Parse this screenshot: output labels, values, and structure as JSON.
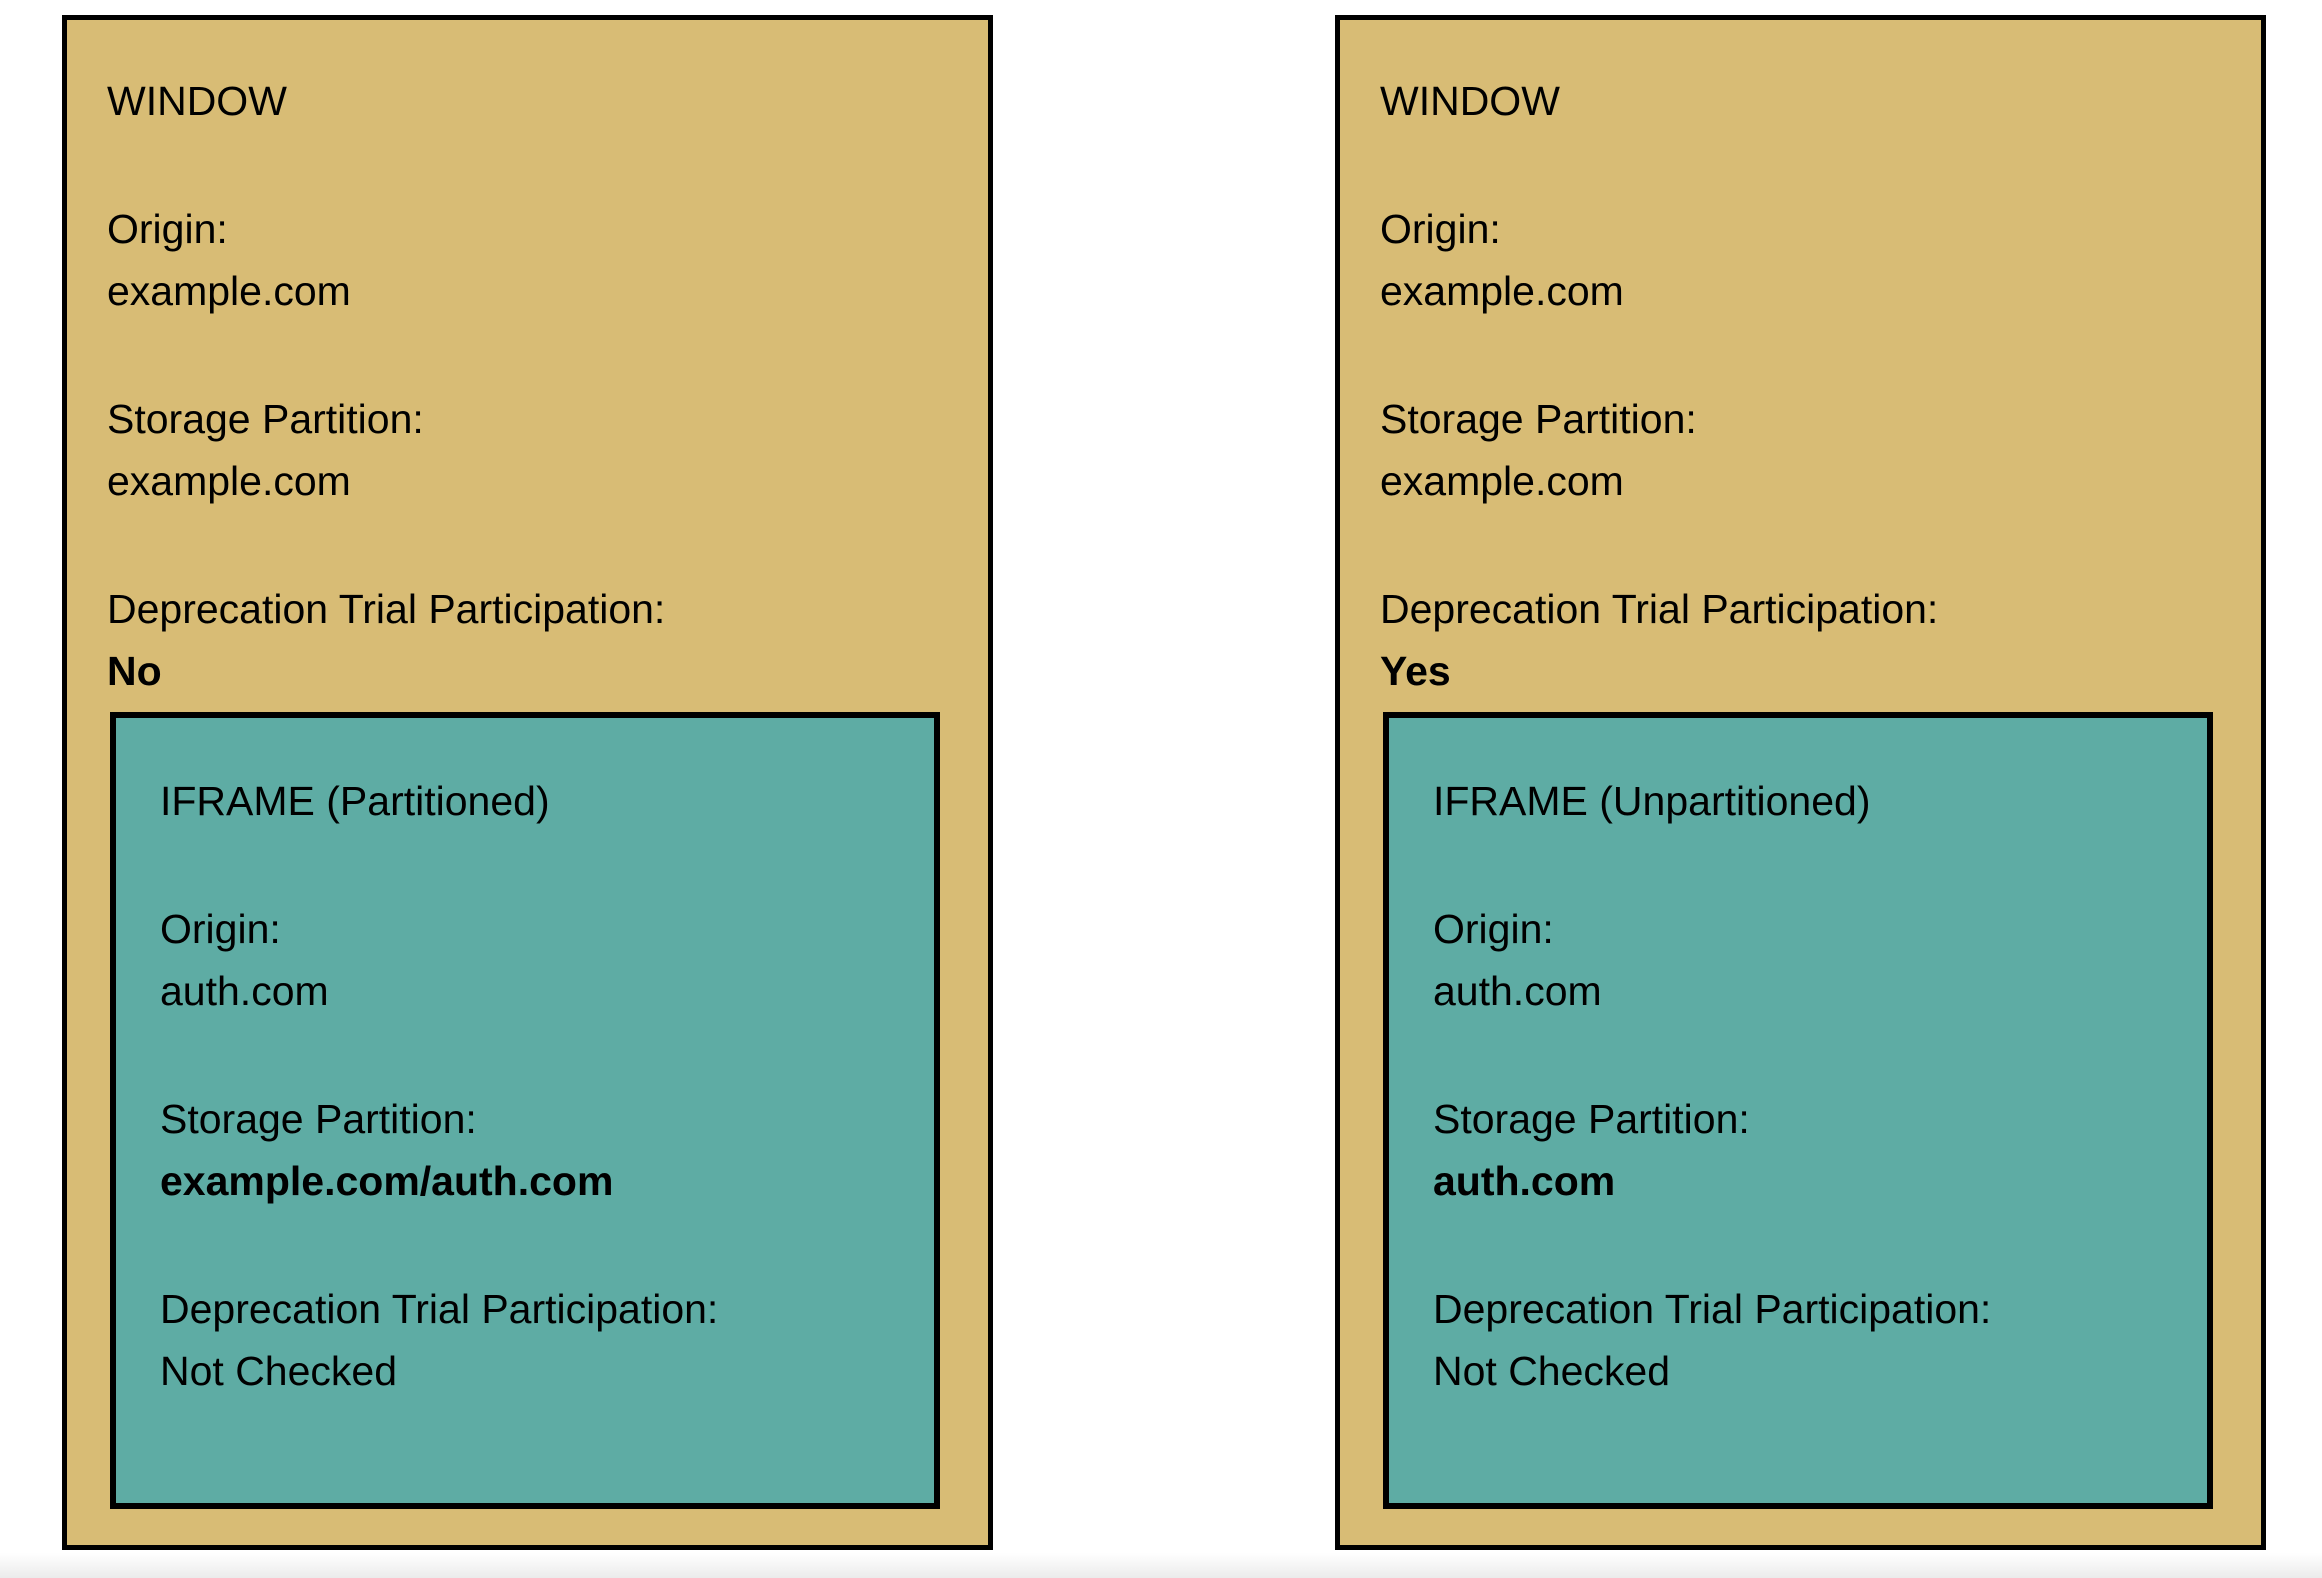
{
  "colors": {
    "window_fill": "#D8BC75",
    "iframe_fill": "#5EACA4",
    "border": "#000000",
    "text": "#000000"
  },
  "panels": [
    {
      "title": "WINDOW",
      "fields": [
        {
          "label": "Origin:",
          "value": "example.com"
        },
        {
          "label": "Storage Partition:",
          "value": "example.com"
        },
        {
          "label": "Deprecation Trial Participation:",
          "value": "No"
        }
      ],
      "iframe": {
        "title": "IFRAME (Partitioned)",
        "fields": [
          {
            "label": "Origin:",
            "value": "auth.com"
          },
          {
            "label": "Storage Partition:",
            "value": "example.com/auth.com"
          },
          {
            "label": "Deprecation Trial Participation:",
            "value": "Not Checked"
          }
        ]
      }
    },
    {
      "title": "WINDOW",
      "fields": [
        {
          "label": "Origin:",
          "value": "example.com"
        },
        {
          "label": "Storage Partition:",
          "value": "example.com"
        },
        {
          "label": "Deprecation Trial Participation:",
          "value": "Yes"
        }
      ],
      "iframe": {
        "title": "IFRAME (Unpartitioned)",
        "fields": [
          {
            "label": "Origin:",
            "value": "auth.com"
          },
          {
            "label": "Storage Partition:",
            "value": "auth.com"
          },
          {
            "label": "Deprecation Trial Participation:",
            "value": "Not Checked"
          }
        ]
      }
    }
  ]
}
